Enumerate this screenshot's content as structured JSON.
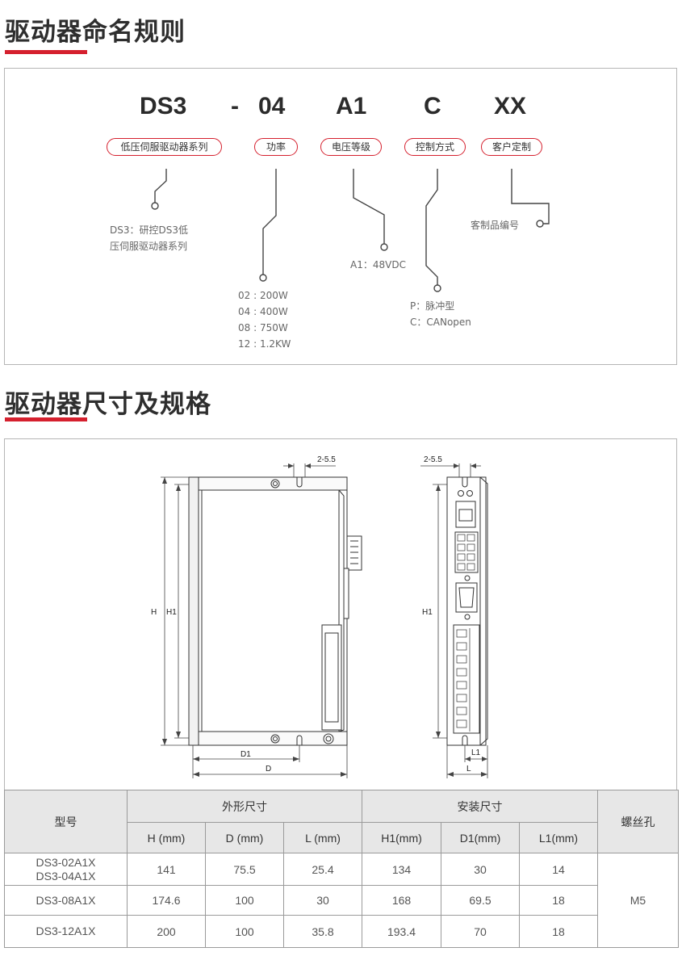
{
  "section1": {
    "title": "驱动器命名规则",
    "codes": [
      "DS3",
      "-",
      "04",
      "A1",
      "C",
      "XX"
    ],
    "labels": [
      "低压伺服驱动器系列",
      "功率",
      "电压等级",
      "控制方式",
      "客户定制"
    ],
    "notes": {
      "series": [
        "DS3：研控DS3低",
        "压伺服驱动器系列"
      ],
      "power": [
        "02 : 200W",
        "04 : 400W",
        "08 : 750W",
        "12 : 1.2KW"
      ],
      "voltage": [
        "A1：48VDC"
      ],
      "control": [
        "P：脉冲型",
        "C：CANopen"
      ],
      "custom": [
        "客制品编号"
      ]
    }
  },
  "section2": {
    "title": "驱动器尺寸及规格",
    "dims": {
      "hole_left": "2-5.5",
      "hole_right": "2-5.5",
      "H": "H",
      "H1_left": "H1",
      "H1_right": "H1",
      "D1": "D1",
      "D": "D",
      "L1": "L1",
      "L": "L"
    }
  },
  "table": {
    "col_model": "型号",
    "group_outer": "外形尺寸",
    "group_install": "安装尺寸",
    "col_screw": "螺丝孔",
    "sub_headers": [
      "H (mm)",
      "D (mm)",
      "L (mm)",
      "H1(mm)",
      "D1(mm)",
      "L1(mm)"
    ],
    "rows": [
      {
        "model_line1": "DS3-02A1X",
        "model_line2": "DS3-04A1X",
        "H": "141",
        "D": "75.5",
        "L": "25.4",
        "H1": "134",
        "D1": "30",
        "L1": "14"
      },
      {
        "model_line1": "DS3-08A1X",
        "model_line2": "",
        "H": "174.6",
        "D": "100",
        "L": "30",
        "H1": "168",
        "D1": "69.5",
        "L1": "18"
      },
      {
        "model_line1": "DS3-12A1X",
        "model_line2": "",
        "H": "200",
        "D": "100",
        "L": "35.8",
        "H1": "193.4",
        "D1": "70",
        "L1": "18"
      }
    ],
    "screw": "M5"
  },
  "colors": {
    "accent": "#d5202e",
    "border": "#b5b5b5",
    "header_bg": "#e7e7e7"
  }
}
